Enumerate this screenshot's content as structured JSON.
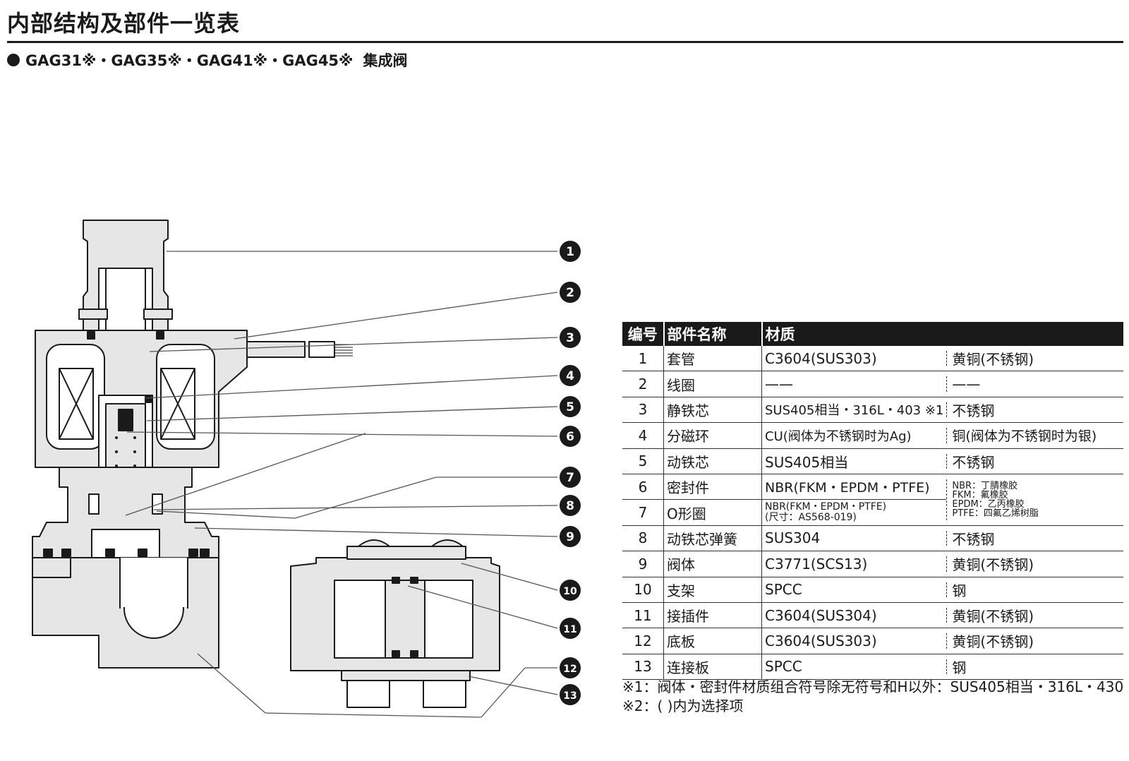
{
  "header": {
    "title": "内部结构及部件一览表",
    "subtitle_models": "GAG31※・GAG35※・GAG41※・GAG45※",
    "subtitle_type": "集成阀"
  },
  "callouts": [
    "1",
    "2",
    "3",
    "4",
    "5",
    "6",
    "7",
    "8",
    "9",
    "10",
    "11",
    "12",
    "13"
  ],
  "table": {
    "headers": {
      "no": "编号",
      "name": "部件名称",
      "material": "材质"
    },
    "rows": [
      {
        "no": "1",
        "name": "套管",
        "mat1": "C3604(SUS303)",
        "mat2": "黄铜(不锈钢)"
      },
      {
        "no": "2",
        "name": "线圈",
        "mat1": "——",
        "mat2": "——"
      },
      {
        "no": "3",
        "name": "静铁芯",
        "mat1": "SUS405相当・316L・403 ※1",
        "mat2": "不锈钢"
      },
      {
        "no": "4",
        "name": "分磁环",
        "mat1": "CU(阀体为不锈钢时为Ag)",
        "mat2": "铜(阀体为不锈钢时为银)"
      },
      {
        "no": "5",
        "name": "动铁芯",
        "mat1": "SUS405相当",
        "mat2": "不锈钢"
      },
      {
        "no": "6",
        "name": "密封件",
        "mat1": "NBR(FKM・EPDM・PTFE)",
        "mat2": ""
      },
      {
        "no": "7",
        "name": "O形圈",
        "mat1": "NBR(FKM・EPDM・PTFE)",
        "mat1_line2": "(尺寸：AS568-019)",
        "mat2": ""
      },
      {
        "no": "8",
        "name": "动铁芯弹簧",
        "mat1": "SUS304",
        "mat2": "不锈钢"
      },
      {
        "no": "9",
        "name": "阀体",
        "mat1": "C3771(SCS13)",
        "mat2": "黄铜(不锈钢)"
      },
      {
        "no": "10",
        "name": "支架",
        "mat1": "SPCC",
        "mat2": "钢"
      },
      {
        "no": "11",
        "name": "接插件",
        "mat1": "C3604(SUS304)",
        "mat2": "黄铜(不锈钢)"
      },
      {
        "no": "12",
        "name": "底板",
        "mat1": "C3604(SUS303)",
        "mat2": "黄铜(不锈钢)"
      },
      {
        "no": "13",
        "name": "连接板",
        "mat1": "SPCC",
        "mat2": "钢"
      }
    ],
    "seal_materials": [
      "NBR：丁腈橡胶",
      "FKM：氟橡胶",
      "EPDM：乙丙橡胶",
      "PTFE：四氟乙烯树脂"
    ]
  },
  "footnotes": [
    "※1：阀体・密封件材质组合符号除无符号和H以外：SUS405相当・316L・430",
    "※2：( )内为选择项"
  ],
  "colors": {
    "part_fill": "#e6e6e6",
    "line": "#1a1a1a",
    "header_bg": "#1a1a1a"
  }
}
